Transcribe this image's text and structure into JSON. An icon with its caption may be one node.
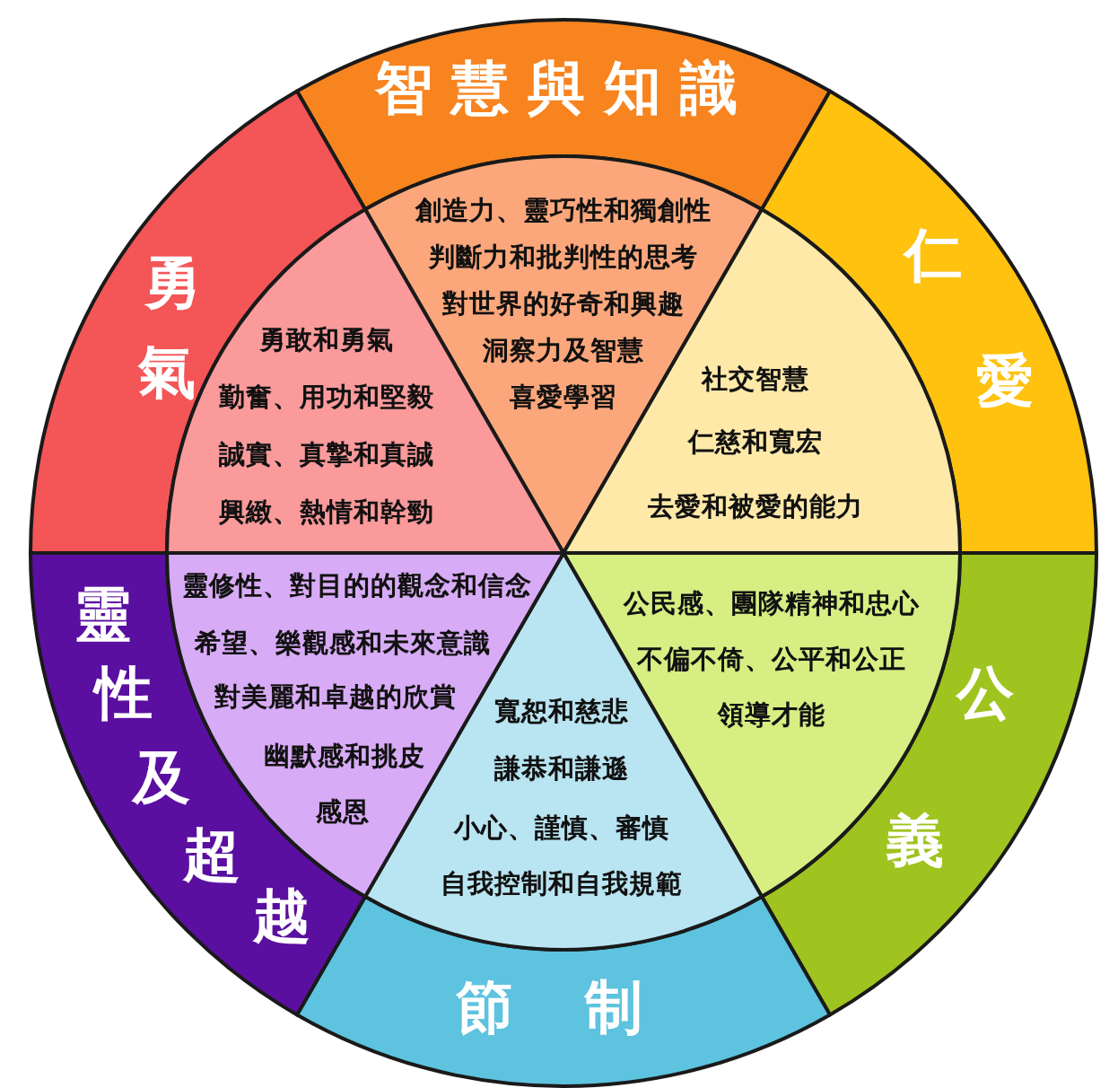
{
  "diagram": {
    "nodes": [
      {
        "text": [
          "智慧與知識"
        ]
      },
      {
        "text": [
          "創造力、靈巧性和獨創性",
          "判斷力和批判性的思考",
          "對世界的好奇和興趣",
          "洞察力及智慧",
          "喜愛學習"
        ]
      },
      {
        "text": [
          "仁愛"
        ]
      },
      {
        "text": [
          "社交智慧",
          "仁慈和寬宏",
          "去愛和被愛的能力"
        ]
      },
      {
        "text": [
          "公義"
        ]
      },
      {
        "text": [
          "公民感、團隊精神和忠心",
          "不偏不倚、公平和公正",
          "領導才能"
        ]
      },
      {
        "text": [
          "節制"
        ]
      },
      {
        "text": [
          "寬恕和慈悲",
          "謙恭和謙遜",
          "小心、謹慎、審慎",
          "自我控制和自我規範"
        ]
      },
      {
        "text": [
          "靈性及超越"
        ]
      },
      {
        "text": [
          "靈修性、對目的的觀念和信念",
          "希望、樂觀感和未來意識",
          "對美麗和卓越的欣賞",
          "幽默感和挑皮",
          "感恩"
        ]
      },
      {
        "text": [
          "勇氣"
        ]
      },
      {
        "text": [
          "勇敢和勇氣",
          "勤奮、用功和堅毅",
          "誠實、真摯和真誠",
          "興緻、熱情和幹勁"
        ]
      }
    ]
  }
}
